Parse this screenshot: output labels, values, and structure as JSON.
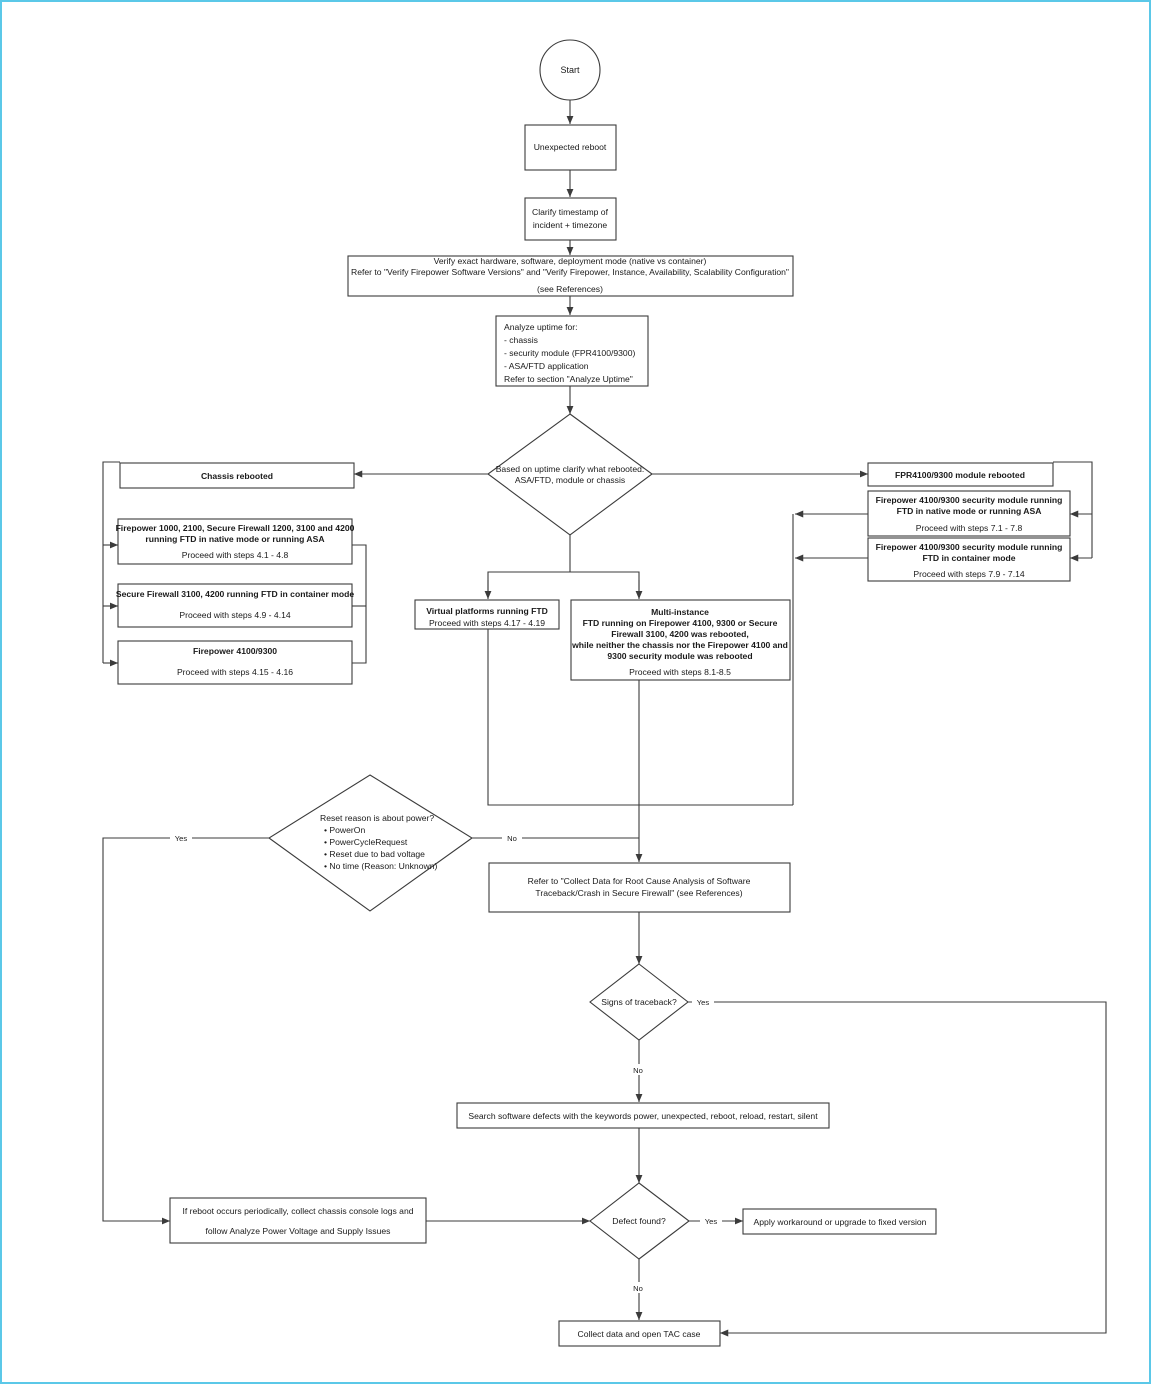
{
  "diagram": {
    "title": "Unexpected reboot troubleshooting flowchart",
    "border_color": "#5bc8e8",
    "line_color": "#3b3b3b",
    "node_fill": "#ffffff"
  },
  "nodes": {
    "start": {
      "label": "Start",
      "shape": "ellipse"
    },
    "unexpected_reboot": {
      "label": "Unexpected reboot",
      "shape": "rect"
    },
    "clarify_timestamp": {
      "line1": "Clarify timestamp of",
      "line2": "incident + timezone",
      "shape": "rect"
    },
    "verify_hw": {
      "line1": "Verify exact hardware, software, deployment mode (native vs container)",
      "line2": "Refer to \"Verify Firepower Software Versions\" and \"Verify Firepower, Instance, Availability, Scalability Configuration\"",
      "line3": "(see References)",
      "shape": "rect"
    },
    "analyze_uptime": {
      "line1": "Analyze uptime for:",
      "line2": "- chassis",
      "line3": "- security module (FPR4100/9300)",
      "line4": "- ASA/FTD application",
      "line5_prefix": "Refer to section ",
      "line5_bold": "\"Analyze Uptime\"",
      "shape": "rect"
    },
    "what_rebooted": {
      "line1": "Based on uptime clarify what rebooted:",
      "line2": "ASA/FTD, module or chassis",
      "shape": "diamond"
    },
    "chassis_rebooted": {
      "label": "Chassis rebooted",
      "shape": "rect"
    },
    "fpr_module_rebooted": {
      "label": "FPR4100/9300 module rebooted",
      "shape": "rect"
    },
    "left1": {
      "line1": "Firepower 1000, 2100, Secure Firewall 1200, 3100 and 4200",
      "line2": "running  FTD in native mode or running ASA",
      "steps": "Proceed with steps 4.1 - 4.8",
      "shape": "rect"
    },
    "left2": {
      "line1": "Secure Firewall 3100, 4200 running  FTD in container mode",
      "steps": "Proceed with steps 4.9 - 4.14",
      "shape": "rect"
    },
    "left3": {
      "line1": "Firepower 4100/9300",
      "steps": "Proceed with steps 4.15 - 4.16",
      "shape": "rect"
    },
    "right1": {
      "line1": "Firepower 4100/9300 security module running",
      "line2": "FTD in native mode or running ASA",
      "steps": "Proceed with steps 7.1 - 7.8",
      "shape": "rect"
    },
    "right2": {
      "line1": "Firepower 4100/9300 security module running",
      "line2": "FTD in container mode",
      "steps": "Proceed with steps 7.9 - 7.14",
      "shape": "rect"
    },
    "virtual_platforms": {
      "line1": "Virtual platforms running FTD",
      "steps": "Proceed with steps 4.17 - 4.19",
      "shape": "rect"
    },
    "multi_instance": {
      "line1": "Multi-instance",
      "line2": "FTD running on Firepower 4100, 9300 or Secure",
      "line3": "Firewall 3100, 4200 was rebooted,",
      "line4": "while neither the chassis nor the Firepower 4100 and",
      "line5": "9300 security module was rebooted",
      "steps": "Proceed with steps 8.1-8.5",
      "shape": "rect"
    },
    "reset_reason": {
      "line1": "Reset reason is about power?",
      "bullets": [
        "• PowerOn",
        "• PowerCycleRequest",
        "• Reset due to bad voltage",
        "• No time (Reason: Unknown)"
      ],
      "shape": "diamond"
    },
    "collect_data_rca": {
      "line1": "Refer to \"Collect Data for Root Cause Analysis of Software",
      "line2": "Traceback/Crash in Secure Firewall\" (see References)",
      "shape": "rect"
    },
    "signs_traceback": {
      "label": "Signs of traceback?",
      "shape": "diamond"
    },
    "search_defects": {
      "prefix": "Search software defects with the keywords ",
      "keywords": "power, unexpected, reboot, reload, restart, silent",
      "shape": "rect"
    },
    "periodic_reboot": {
      "line1_prefix": "If reboot occurs periodically, collect chassis ",
      "line1_bold": "console",
      "line1_suffix": " logs and",
      "line2_prefix": "follow ",
      "line2_bold": "Analyze Power Voltage and Supply Issues",
      "shape": "rect"
    },
    "defect_found": {
      "label": "Defect found?",
      "shape": "diamond"
    },
    "apply_workaround": {
      "label": "Apply workaround or upgrade to fixed version",
      "shape": "rect"
    },
    "collect_tac": {
      "label": "Collect data and open TAC case",
      "shape": "rect"
    }
  },
  "edge_labels": {
    "reset_yes": "Yes",
    "reset_no": "No",
    "traceback_yes": "Yes",
    "traceback_no": "No",
    "defect_yes": "Yes",
    "defect_no": "No"
  }
}
